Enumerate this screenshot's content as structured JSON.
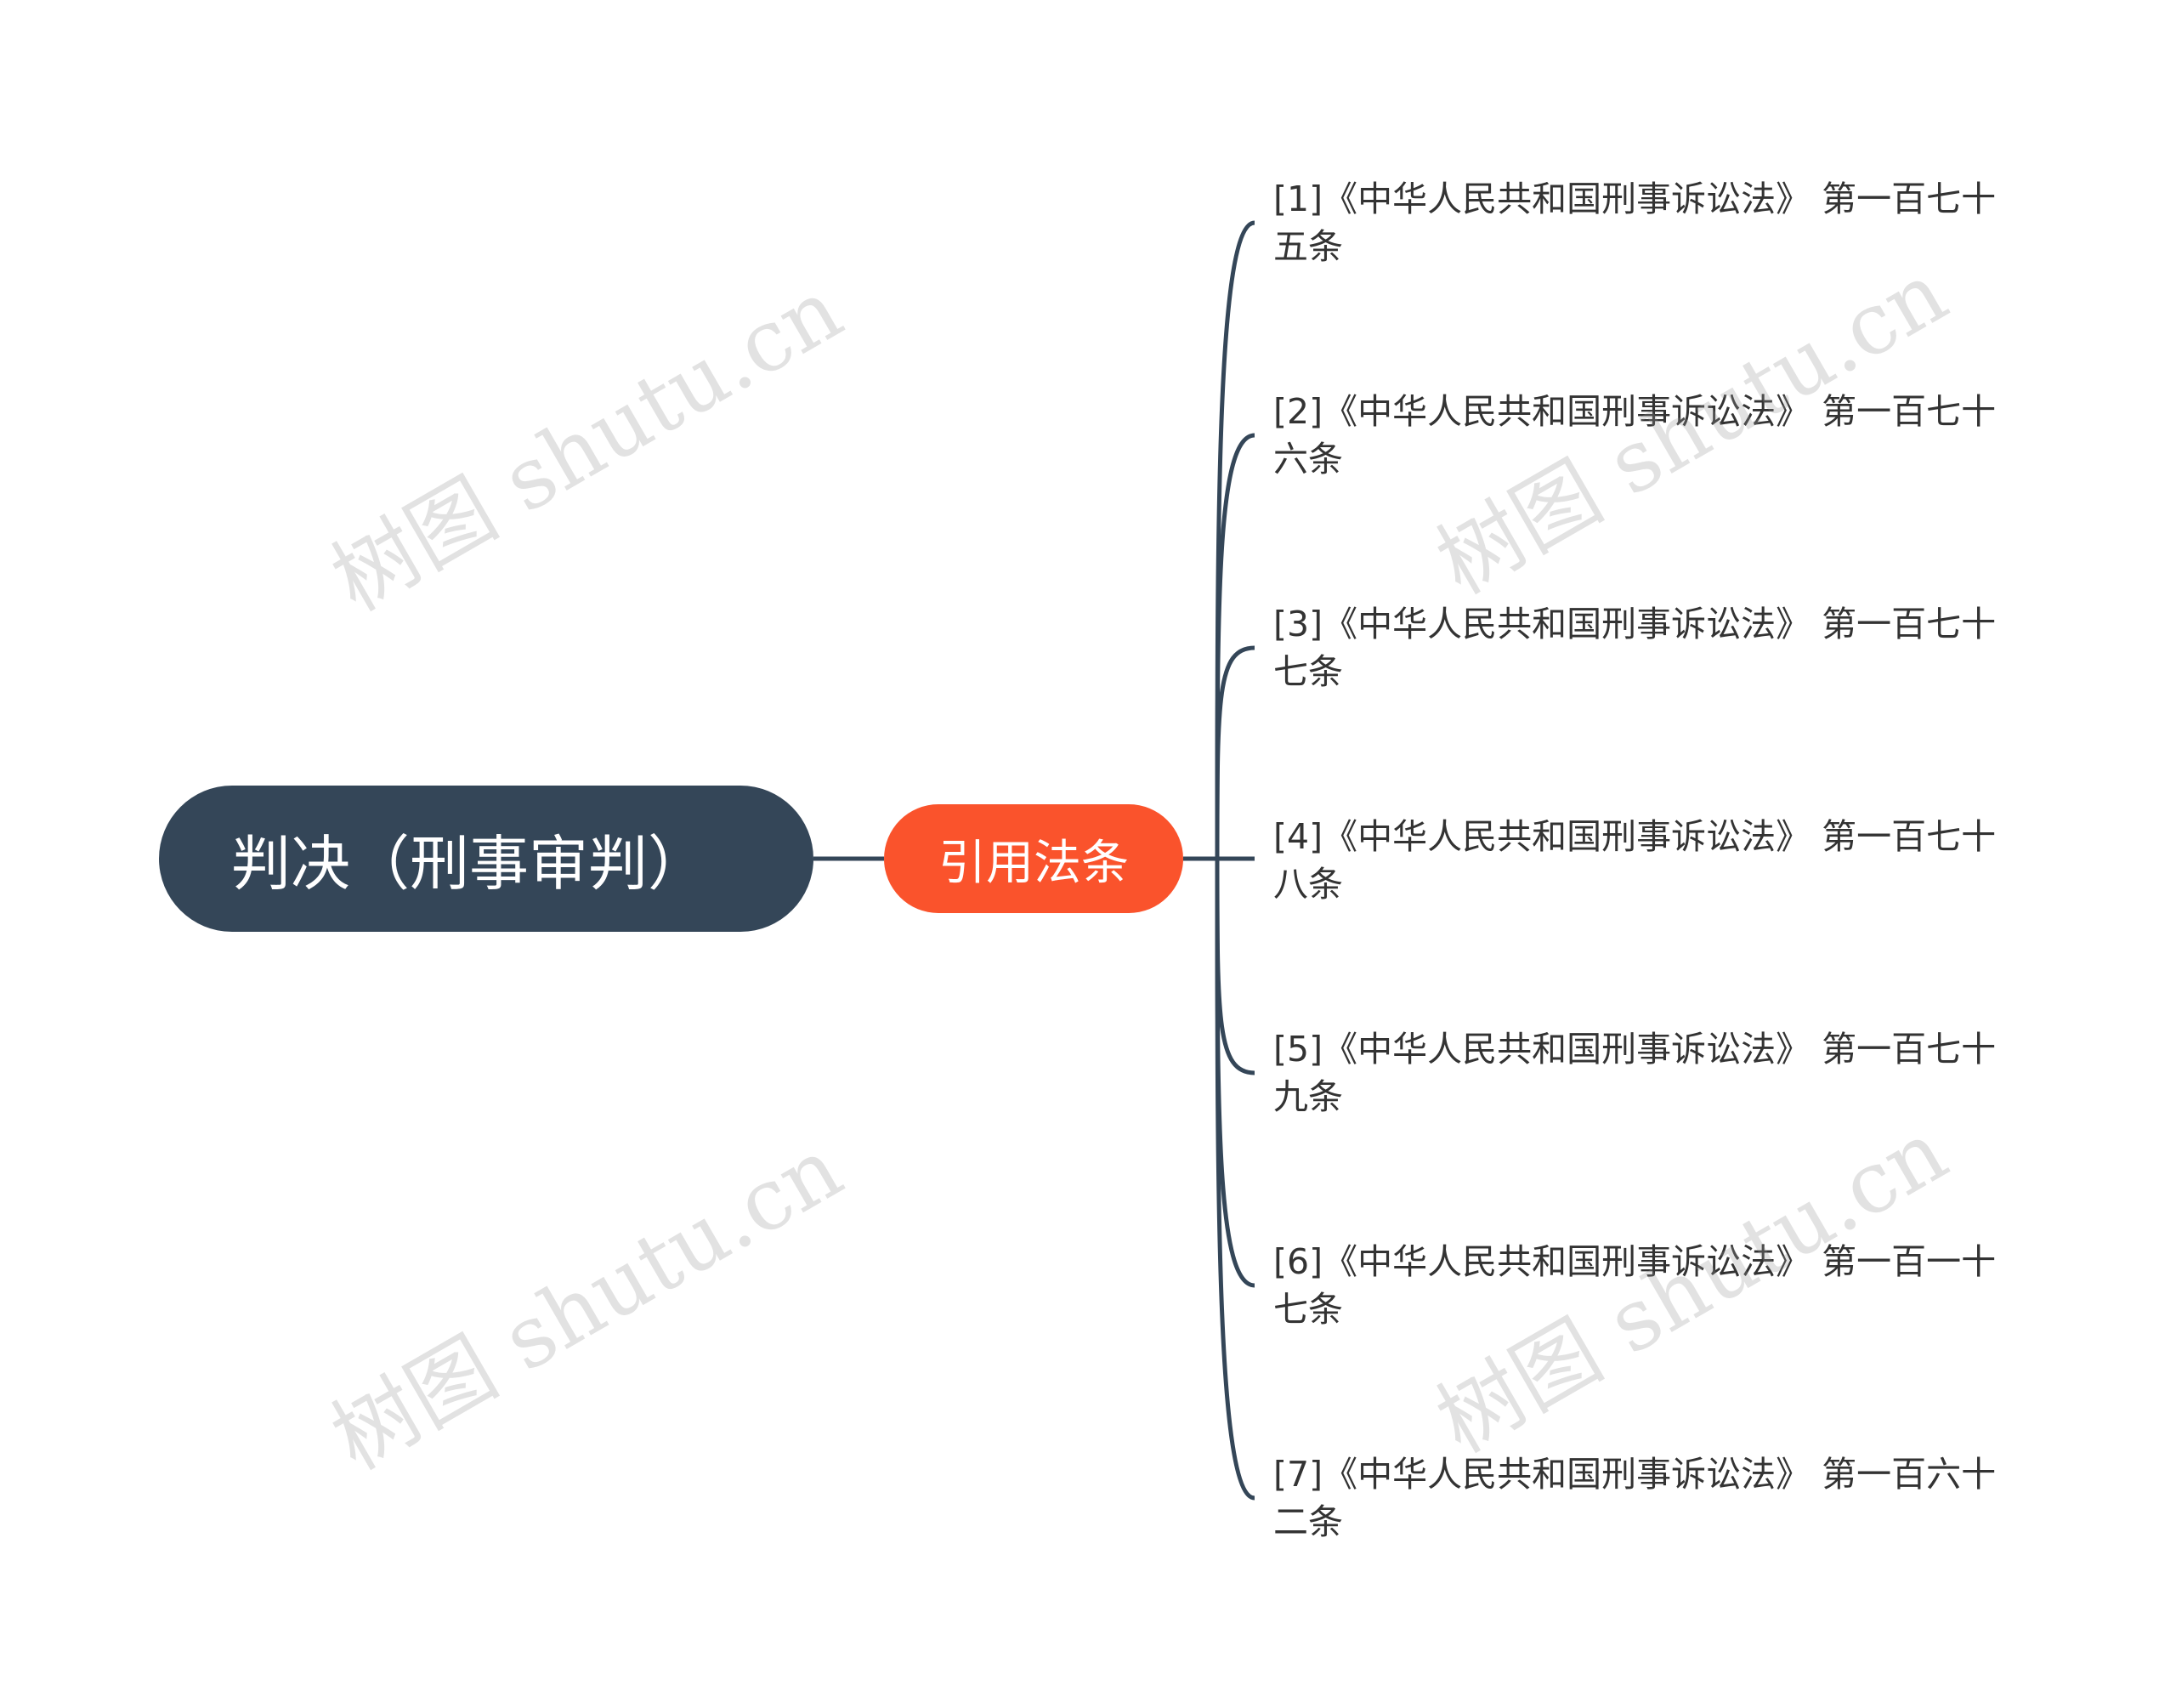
{
  "root": {
    "label": "判决（刑事审判）"
  },
  "branch": {
    "label": "引用法条"
  },
  "leaves": [
    {
      "label": "[1]《中华人民共和国刑事诉讼法》 第一百七十五条"
    },
    {
      "label": "[2]《中华人民共和国刑事诉讼法》 第一百七十六条"
    },
    {
      "label": "[3]《中华人民共和国刑事诉讼法》 第一百七十七条"
    },
    {
      "label": "[4]《中华人民共和国刑事诉讼法》 第一百七十八条"
    },
    {
      "label": "[5]《中华人民共和国刑事诉讼法》 第一百七十九条"
    },
    {
      "label": "[6]《中华人民共和国刑事诉讼法》 第一百一十七条"
    },
    {
      "label": "[7]《中华人民共和国刑事诉讼法》 第一百六十二条"
    }
  ],
  "watermark": {
    "text": "树图 shutu.cn"
  },
  "colors": {
    "root_fill": "#344658",
    "branch_fill": "#fa532c",
    "connector": "#344658",
    "leaf_text": "#333333"
  }
}
